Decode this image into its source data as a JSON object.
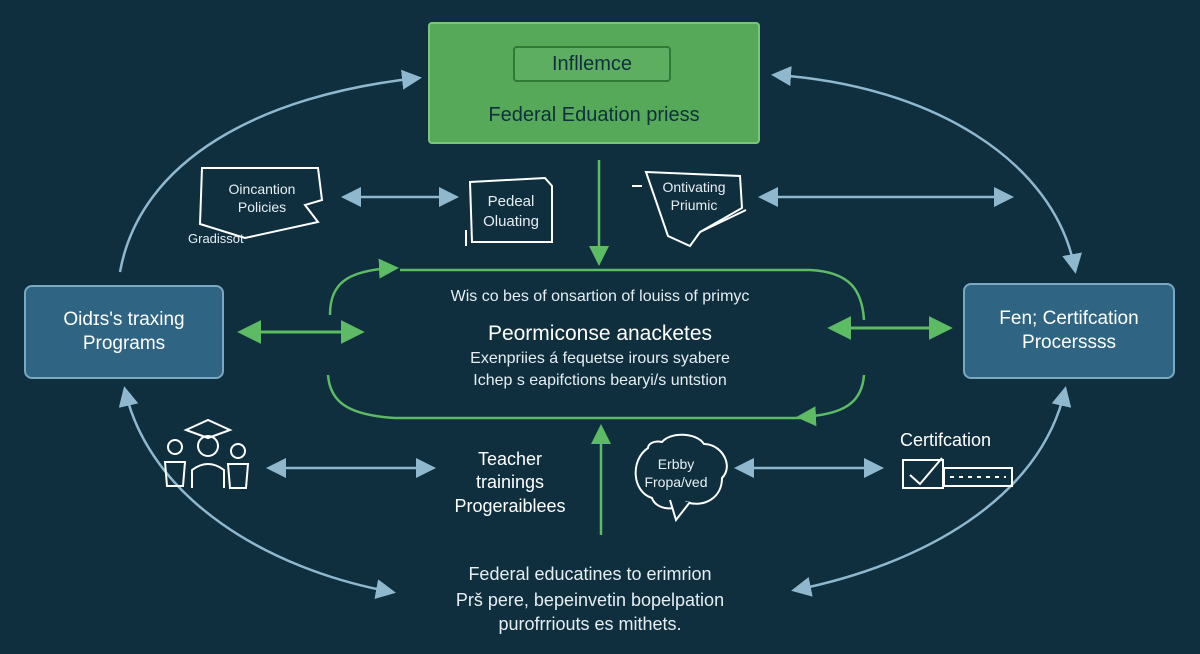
{
  "colors": {
    "background": "#0f2f3e",
    "green_box": "#57a95a",
    "blue_box": "#2f6583",
    "arrow_blue": "#8fb8cf",
    "arrow_green": "#5dbb63"
  },
  "top_box": {
    "badge": "Infllemce",
    "title": "Federal Eduation priess"
  },
  "left_box": {
    "line1": "Oidɪs's traxing",
    "line2": "Programs"
  },
  "right_box": {
    "line1": "Fen; Certifcation",
    "line2": "Procerssss"
  },
  "flag_left": {
    "line1": "Oincantion",
    "line2": "Policies",
    "caption": "Gradissot"
  },
  "doc_center": {
    "line1": "Pedeal",
    "line2": "Oluating"
  },
  "doc_right": {
    "line1": "Ontivating",
    "line2": "Priumic"
  },
  "center": {
    "line1": "Wis co bes of onsartion of louiss of primyc",
    "title": "Peormiconse anacketes",
    "line2": "Exenpriies á fequetse irours syabere",
    "line3": "Ichep s eapifctions bearyi/s untstion"
  },
  "teacher": {
    "line1": "Teacher",
    "line2": "trainings",
    "line3": "Progeraiblees"
  },
  "cloud": {
    "line1": "Erbby",
    "line2": "Fropa/ved"
  },
  "certification": {
    "label": "Certifcation"
  },
  "bottom": {
    "line1": "Federal educatines to erimrion",
    "line2": "Prš pere, bepeinvetin bopelpation",
    "line3": "purofrriouts es mithets."
  },
  "icons": [
    "people-graduate-icon",
    "speech-cloud-icon",
    "checkbox-certificate-icon",
    "flag-sign-icon",
    "document-icon"
  ]
}
